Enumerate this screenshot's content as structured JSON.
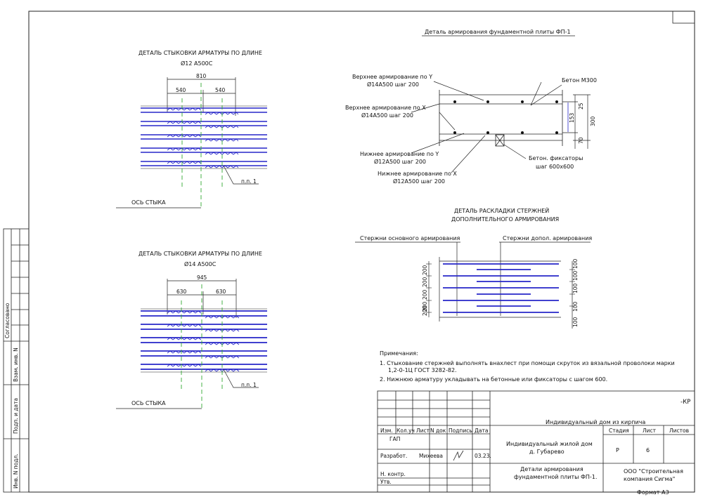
{
  "format_label": "Формат А3",
  "side_stamp": {
    "agreed": "Согласовано",
    "replaced_inv": "Взам. инв. N",
    "sign_date": "Подп. и дата",
    "inv_orig": "Инв. N подл."
  },
  "splice12": {
    "title": "ДЕТАЛЬ СТЫКОВКИ АРМАТУРЫ ПО ДЛИНЕ",
    "bar": "Ø12 А500С",
    "dim_total": "810",
    "dim_left": "540",
    "dim_right": "540",
    "callout": "п.п. 1",
    "axis": "ОСЬ СТЫКА"
  },
  "splice14": {
    "title": "ДЕТАЛЬ СТЫКОВКИ АРМАТУРЫ ПО ДЛИНЕ",
    "bar": "Ø14 А500С",
    "dim_total": "945",
    "dim_left": "630",
    "dim_right": "630",
    "callout": "п.п. 1",
    "axis": "ОСЬ СТЫКА"
  },
  "slab": {
    "title": "Деталь армирования фундаментной плиты ФП-1",
    "top_y": "Верхнее армирование по Y",
    "top_y_spec": "Ø14А500 шаг 200",
    "top_x": "Верхнее армирование по X",
    "top_x_spec": "Ø14А500 шаг 200",
    "bot_y": "Нижнее армирование по Y",
    "bot_y_spec": "Ø12А500 шаг 200",
    "bot_x": "Нижнее армирование по X",
    "bot_x_spec": "Ø12А500 шаг 200",
    "concrete": "Бетон М300",
    "spacers": "Бетон. фиксаторы",
    "spacers_spec": "шаг 600х600",
    "dim_300": "300",
    "dim_25": "25",
    "dim_153": "153",
    "dim_70": "70"
  },
  "layout": {
    "title1": "ДЕТАЛЬ РАСКЛАДКИ СТЕРЖНЕЙ",
    "title2": "ДОПОЛНИТЕЛЬНОГО АРМИРОВАНИЯ",
    "main_bars": "Стержни основного армирования",
    "extra_bars": "Стержни допол. армирования",
    "left_dims": [
      "200",
      "200",
      "200",
      "200",
      "200"
    ],
    "right_dims": [
      "100",
      "100",
      "100",
      "100",
      "100"
    ]
  },
  "notes": {
    "heading": "Примечания:",
    "n1a": "1.  Стыкование стержней выполнять внахлест при помощи скруток из вязальной проволоки марки",
    "n1b": "1,2-0-1Ц ГОСТ 3282-82.",
    "n2": "2. Нижнюю арматуру укладывать на бетонные или фиксаторы с шагом 600."
  },
  "stamp": {
    "code": "-КР",
    "project": "Индивидуальный дом из кирпича",
    "site_1": "Индивидуальный жилой дом",
    "site_2": "д. Губарево",
    "sheet_title_1": "Детали армирования",
    "sheet_title_2": "фундаментной плиты ФП-1.",
    "company_1": "ООО \"Строительная",
    "company_2": "компания Сигма\"",
    "h_izm": "Изм.",
    "h_koluch": "Кол.уч",
    "h_list": "Лист",
    "h_ndok": "N док",
    "h_podpis": "Подпись",
    "h_data": "Дата",
    "gap": "ГАП",
    "razrabot": "Разработ.",
    "author": "Михеева",
    "date": "03.23.",
    "nkontr": "Н. контр.",
    "utv": "Утв.",
    "stadia_label": "Стадия",
    "list_label": "Лист",
    "listov_label": "Листов",
    "stadia": "Р",
    "list_no": "6",
    "listov": ""
  }
}
